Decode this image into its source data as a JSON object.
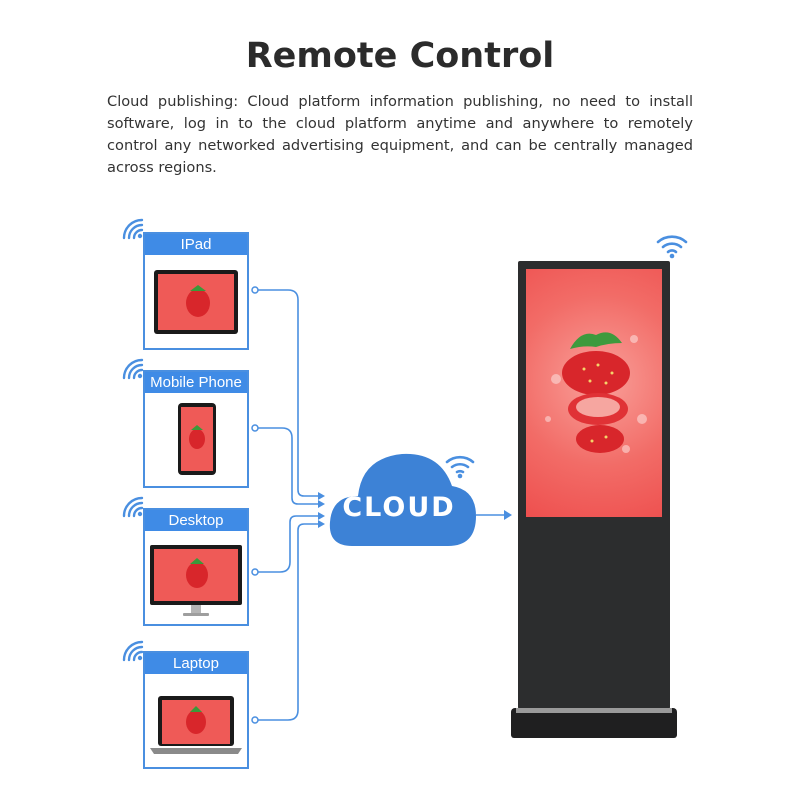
{
  "title": "Remote Control",
  "description": "Cloud publishing: Cloud platform information publishing, no need to install software, log in to the cloud platform anytime and anywhere to remotely control any networked advertising equipment, and can be centrally managed across regions.",
  "devices": [
    {
      "label": "IPad",
      "icon": "tablet-icon"
    },
    {
      "label": "Mobile Phone",
      "icon": "phone-icon"
    },
    {
      "label": "Desktop",
      "icon": "monitor-icon"
    },
    {
      "label": "Laptop",
      "icon": "laptop-icon"
    }
  ],
  "cloud": {
    "label": "CLOUD"
  },
  "colors": {
    "accent": "#3f8be6",
    "cloud": "#3d82d6",
    "screen": "#ef5a57",
    "kiosk": "#2c2d2e"
  }
}
